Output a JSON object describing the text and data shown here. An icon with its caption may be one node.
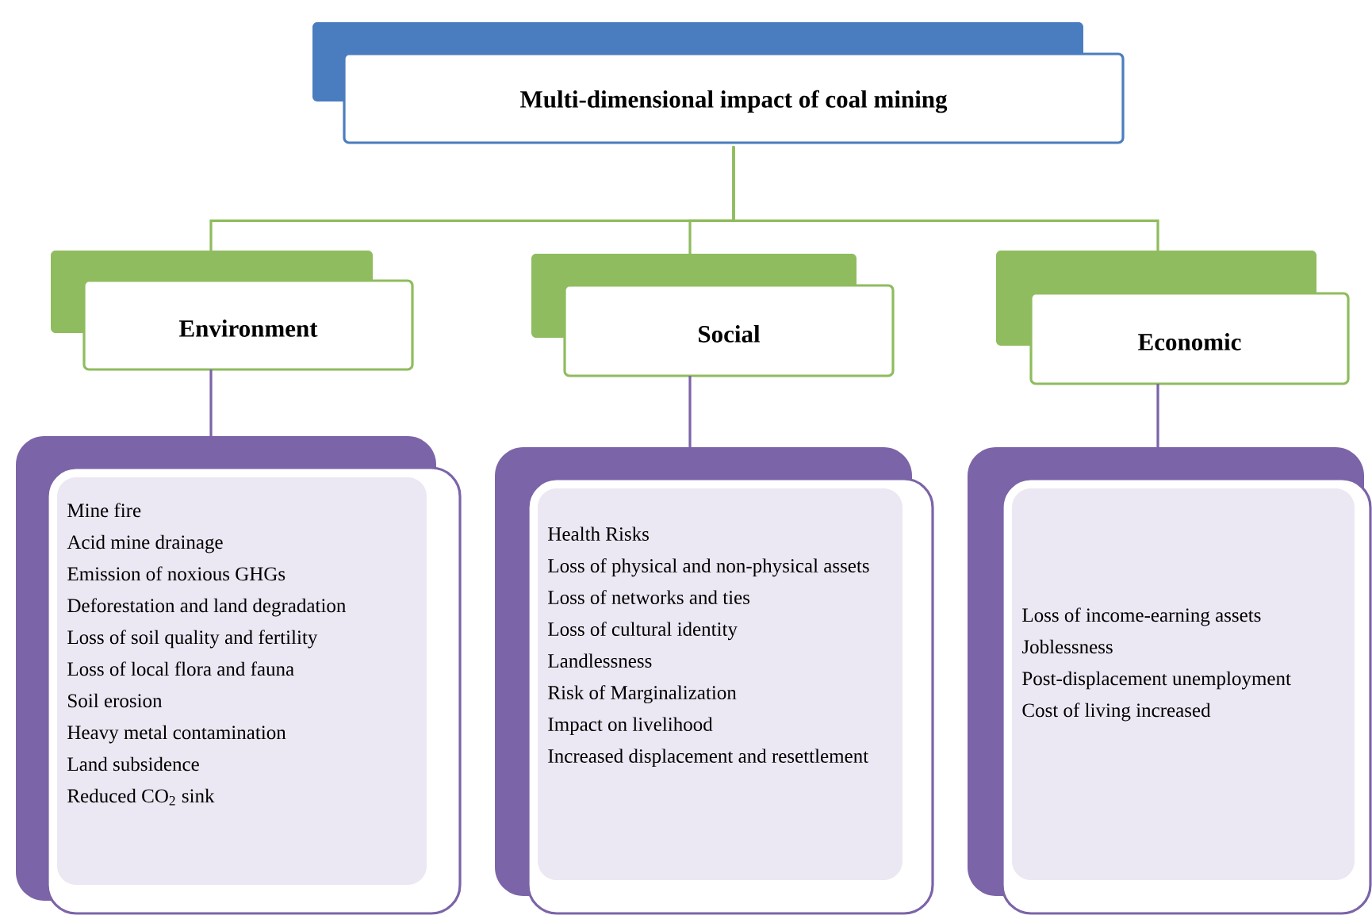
{
  "diagram": {
    "nodes": [
      {
        "text": [
          "Multi-dimensional impact of coal mining"
        ]
      },
      {
        "text": [
          "Environment"
        ]
      },
      {
        "text": [
          "Social"
        ]
      },
      {
        "text": [
          "Economic"
        ]
      },
      {
        "text": [
          "Mine fire",
          "Acid mine drainage",
          "Emission of noxious GHGs",
          "Deforestation and land degradation",
          "Loss of soil quality and fertility",
          "Loss of local  flora and fauna",
          "Soil erosion",
          "Heavy metal contamination",
          "Land subsidence",
          "Reduced CO$_{2}$ sink"
        ]
      },
      {
        "text": [
          "Health Risks",
          "Loss of physical and non-physical assets",
          "Loss of  networks and ties",
          "Loss of cultural identity",
          "Landlessness",
          "Risk of Marginalization",
          "Impact on livelihood",
          "Increased displacement and resettlement"
        ]
      },
      {
        "text": [
          "Loss of income-earning assets",
          "Joblessness",
          "Post-displacement unemployment",
          "Cost of living increased"
        ]
      }
    ],
    "edges": [
      {
        "from": 0,
        "to": 1,
        "arrow": "none"
      },
      {
        "from": 0,
        "to": 2,
        "arrow": "none"
      },
      {
        "from": 0,
        "to": 3,
        "arrow": "none"
      },
      {
        "from": 1,
        "to": 4,
        "arrow": "none",
        "color": "#7b64a8"
      },
      {
        "from": 2,
        "to": 5,
        "arrow": "none",
        "color": "#7b64a8"
      },
      {
        "from": 3,
        "to": 6,
        "arrow": "none",
        "color": "#7b64a8"
      }
    ]
  }
}
